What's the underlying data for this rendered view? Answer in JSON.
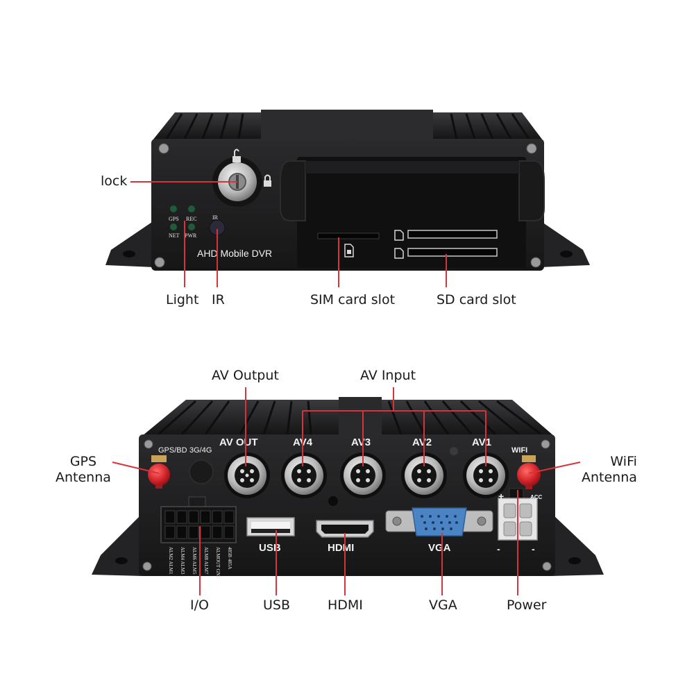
{
  "front_panel": {
    "device_label": "AHD Mobile DVR",
    "leds": {
      "gps": "GPS",
      "rec": "REC",
      "net": "NET",
      "pwr": "PWR",
      "ir": "IR"
    },
    "callouts": {
      "lock": "lock",
      "light": "Light",
      "ir": "IR",
      "sim": "SIM card slot",
      "sd": "SD card slot"
    }
  },
  "rear_panel": {
    "port_labels": {
      "gps_bd": "GPS/BD",
      "g34": "3G/4G",
      "av_out": "AV OUT",
      "av4": "AV4",
      "av3": "AV3",
      "av2": "AV2",
      "av1": "AV1",
      "wifi": "WIFI",
      "usb": "USB",
      "hdmi": "HDMI",
      "vga": "VGA",
      "acc": "ACC",
      "plus": "+",
      "minus_left": "-",
      "minus_right": "-"
    },
    "io_pin_labels": [
      "ALM2 ALM1",
      "ALM4 ALM3",
      "ALM6 ALM5",
      "ALM8 ALM7",
      "ALMOUT GND",
      "485B 485A"
    ],
    "callouts": {
      "av_output": "AV Output",
      "av_input": "AV Input",
      "gps_antenna": [
        "GPS",
        "Antenna"
      ],
      "wifi_antenna": [
        "WiFi",
        "Antenna"
      ],
      "io": "I/O",
      "usb": "USB",
      "hdmi": "HDMI",
      "vga": "VGA",
      "power": "Power"
    }
  },
  "colors": {
    "leader_line": "#d8333a",
    "device_body": "#1f1f21",
    "connector_metal": "#c9c9c9",
    "antenna_red": "#d4242a",
    "vga_blue": "#4a84c4"
  }
}
